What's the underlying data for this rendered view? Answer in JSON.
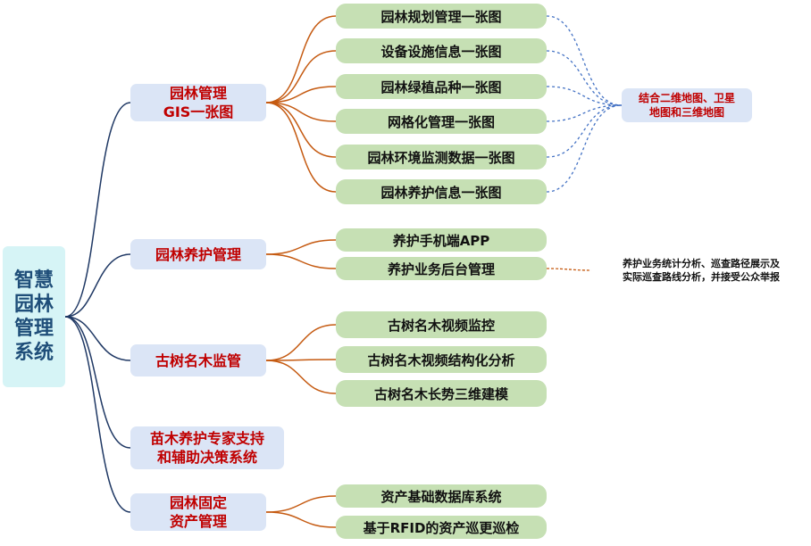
{
  "root": {
    "lines": [
      "智慧",
      "园林",
      "管理",
      "系统"
    ]
  },
  "branches": {
    "gis": {
      "lines": [
        "园林管理",
        "GIS一张图"
      ],
      "leaves": [
        "园林规划管理一张图",
        "设备设施信息一张图",
        "园林绿植品种一张图",
        "网格化管理一张图",
        "园林环境监测数据一张图",
        "园林养护信息一张图"
      ],
      "note": [
        "结合二维地图、卫星",
        "地图和三维地图"
      ]
    },
    "maintenance": {
      "lines": [
        "园林养护管理"
      ],
      "leaves": [
        "养护手机端APP",
        "养护业务后台管理"
      ],
      "note": [
        "养护业务统计分析、巡查路径展示及",
        "实际巡查路线分析，并接受公众举报"
      ]
    },
    "ancient_trees": {
      "lines": [
        "古树名木监管"
      ],
      "leaves": [
        "古树名木视频监控",
        "古树名木视频结构化分析",
        "古树名木长势三维建模"
      ]
    },
    "expert": {
      "lines": [
        "苗木养护专家支持",
        "和辅助决策系统"
      ]
    },
    "assets": {
      "lines": [
        "园林固定",
        "资产管理"
      ],
      "leaves": [
        "资产基础数据库系统",
        "基于RFID的资产巡更巡检"
      ]
    }
  },
  "colors": {
    "root_link": "#1f3864",
    "branch_link": "#c55a11",
    "note_link_dotted": "#4472c4",
    "note_link_dashed": "#c55a11",
    "leaf_fill": "#c6e0b4",
    "branch_fill": "#dbe5f6",
    "root_fill": "#d6f4f6",
    "branch_text": "#c00000"
  }
}
